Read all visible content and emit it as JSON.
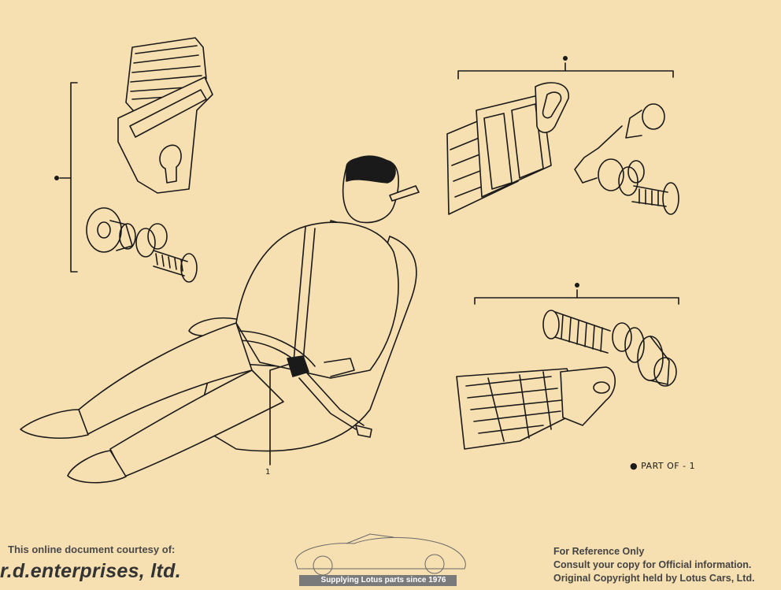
{
  "diagram": {
    "legend_text": "PART OF - 1",
    "legend_symbol": "●",
    "callout_label": "1"
  },
  "footer": {
    "courtesy_text": "This online document courtesy of:",
    "company_name": "r.d.enterprises, ltd.",
    "tagline": "Supplying Lotus parts since 1976",
    "notice_lines": [
      "For Reference Only",
      "Consult your copy for Official information.",
      "Original Copyright held by Lotus Cars, Ltd."
    ]
  },
  "colors": {
    "background": "#f6dfb0",
    "line": "#1a1a1a",
    "footer_gray": "#444444"
  }
}
